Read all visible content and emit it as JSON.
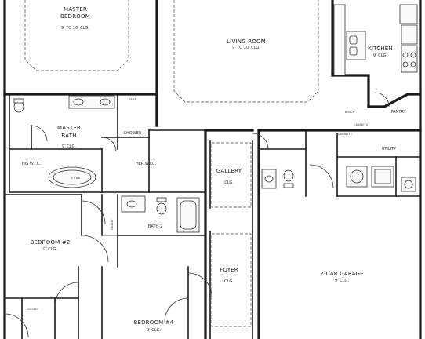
{
  "rooms": {
    "master_bedroom": {
      "name": "MASTER",
      "name2": "BEDROOM",
      "clg": "9' TO 10' CLG."
    },
    "living_room": {
      "name": "LIVING ROOM",
      "clg": "9' TO 10' CLG."
    },
    "kitchen": {
      "name": "KITCHEN",
      "clg": "9' CLG."
    },
    "master_bath": {
      "name": "MASTER",
      "name2": "BATH",
      "clg": "9' CLG."
    },
    "shower": {
      "name": "SHOWER"
    },
    "his_wic": {
      "name": "HIS W.I.C."
    },
    "her_wic": {
      "name": "HER W.I.C."
    },
    "tub": {
      "name": "5' TUB"
    },
    "seat": {
      "name": "SEAT"
    },
    "gallery": {
      "name": "GALLERY",
      "clg": "CLG."
    },
    "pantry": {
      "name": "PANTRY"
    },
    "utility": {
      "name": "UTILITY"
    },
    "bedroom2": {
      "name": "BEDROOM #2",
      "clg": "9' CLG."
    },
    "closet_a": {
      "name": "CLOSET"
    },
    "closet_b": {
      "name": "CLOSET"
    },
    "bath2": {
      "name": "BATH-2"
    },
    "foyer": {
      "name": "FOYER",
      "clg": "CLG."
    },
    "garage": {
      "name": "2-CAR GARAGE",
      "clg": "9' CLG."
    },
    "bedroom4": {
      "name": "BEDROOM #4",
      "clg": "9' CLG."
    },
    "cabinets_a": {
      "name": "CABINETS"
    },
    "cabinets_b": {
      "name": "CABINETS"
    },
    "bench": {
      "name": "BENCH"
    }
  }
}
